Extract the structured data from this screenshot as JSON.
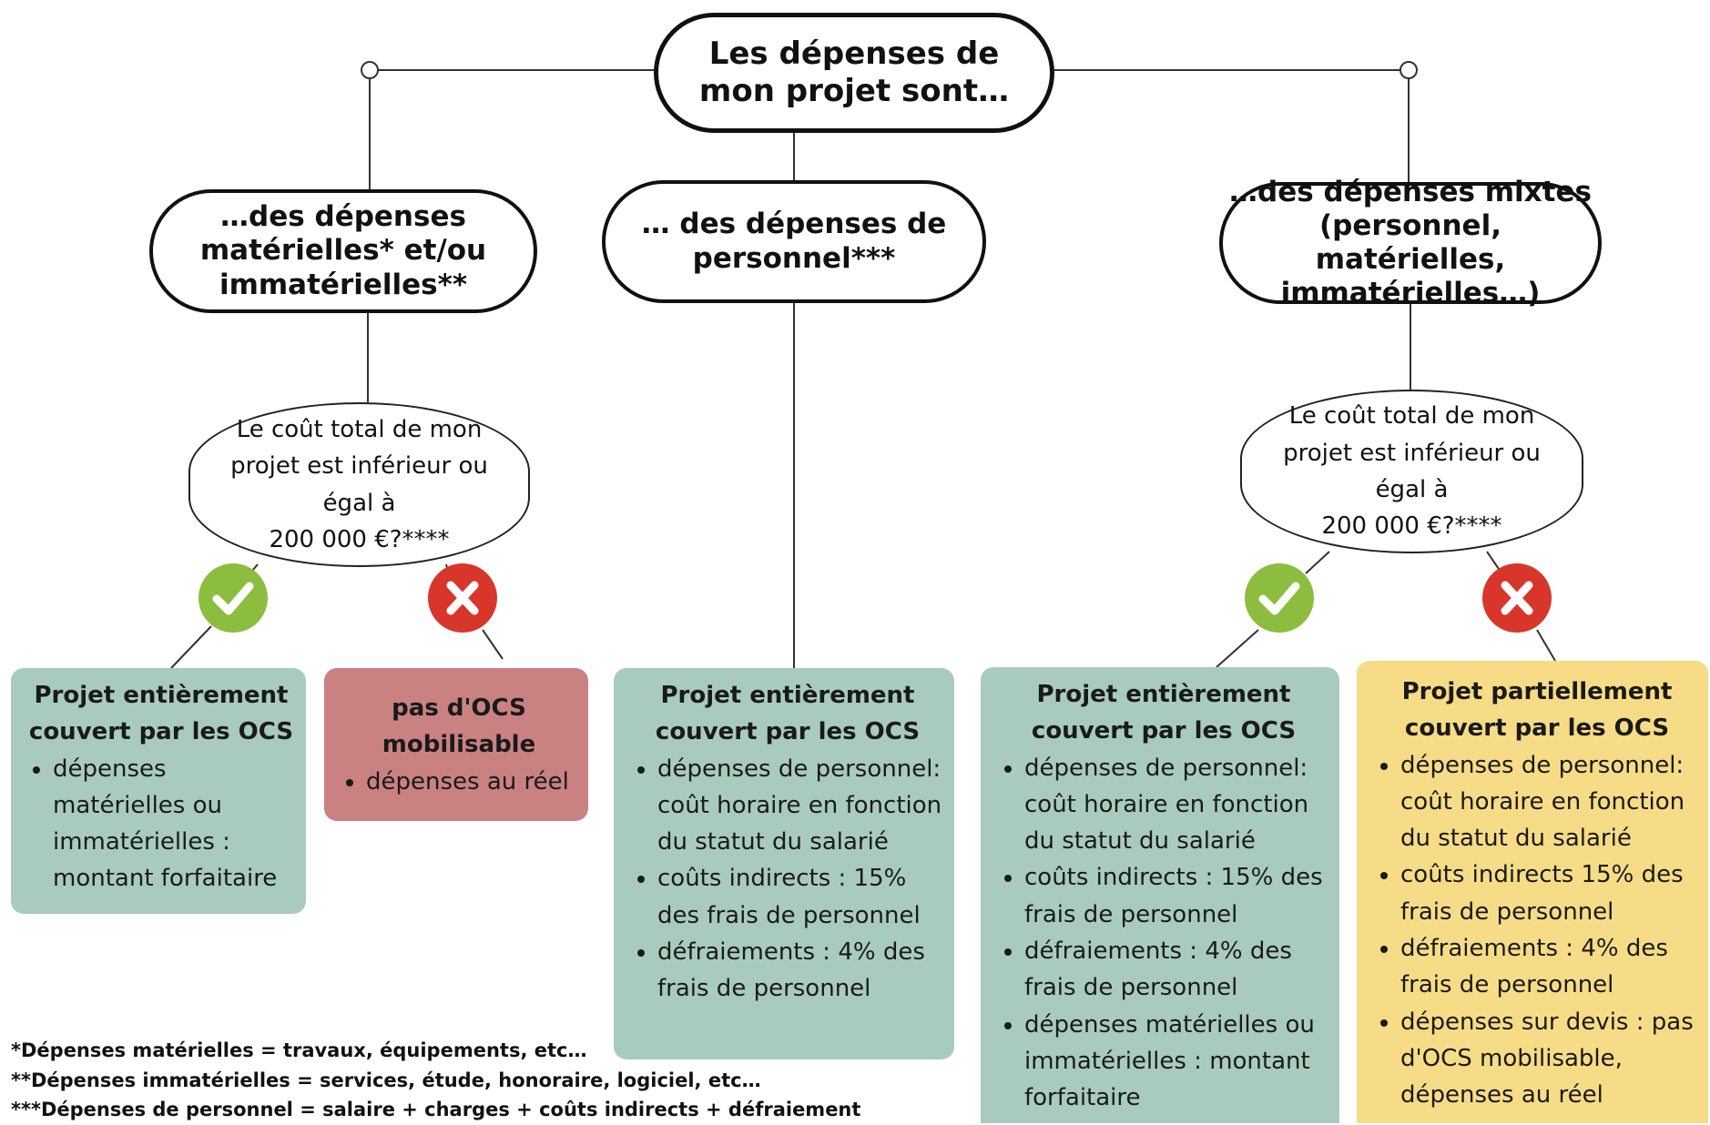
{
  "root": {
    "label_line1": "Les dépenses de",
    "label_line2": "mon projet sont…"
  },
  "branches": [
    {
      "label_lines": [
        "…des dépenses",
        "matérielles* et/ou",
        "immatérielles**"
      ]
    },
    {
      "label_lines": [
        "… des dépenses de",
        "personnel***"
      ]
    },
    {
      "label_lines": [
        "…des dépenses mixtes",
        "(personnel, matérielles,",
        "immatérielles…)"
      ]
    }
  ],
  "question": {
    "lines": [
      "Le coût total de mon",
      "projet est inférieur ou",
      "égal à",
      "200 000 €?****"
    ]
  },
  "icons": {
    "yes_icon": "check-icon",
    "no_icon": "cross-icon"
  },
  "outcomes": {
    "material_yes": {
      "title": "Projet entièrement couvert par les OCS",
      "items": [
        "dépenses matérielles ou immatérielles : montant forfaitaire"
      ]
    },
    "material_no": {
      "title": "pas d'OCS mobilisable",
      "items": [
        "dépenses au réel"
      ]
    },
    "personnel": {
      "title": "Projet entièrement couvert par les OCS",
      "items": [
        "dépenses de personnel: coût horaire en fonction du statut du salarié",
        "coûts indirects : 15% des frais de personnel",
        "défraiements : 4% des frais de personnel"
      ]
    },
    "mixed_yes": {
      "title": "Projet entièrement couvert par les OCS",
      "items": [
        "dépenses de personnel: coût horaire en fonction du statut du salarié",
        "coûts indirects : 15% des frais de personnel",
        "défraiements : 4% des frais de personnel",
        "dépenses matérielles ou immatérielles : montant forfaitaire"
      ]
    },
    "mixed_no": {
      "title": "Projet partiellement couvert par les OCS",
      "items": [
        "dépenses de personnel: coût horaire en fonction du statut du salarié",
        "coûts indirects 15% des frais de personnel",
        "défraiements : 4% des frais de personnel",
        "dépenses sur devis : pas d'OCS mobilisable, dépenses au réel"
      ]
    }
  },
  "footnotes": [
    "*Dépenses matérielles = travaux,  équipements, etc…",
    "**Dépenses immatérielles = services, étude, honoraire, logiciel, etc…",
    "***Dépenses de personnel = salaire + charges + coûts indirects + défraiement"
  ],
  "colors": {
    "green_box": "#a8cbbe",
    "red_box": "#c98182",
    "yellow_box": "#f6dc86",
    "check_icon": "#8cbd3f",
    "cross_icon": "#d8362b"
  }
}
